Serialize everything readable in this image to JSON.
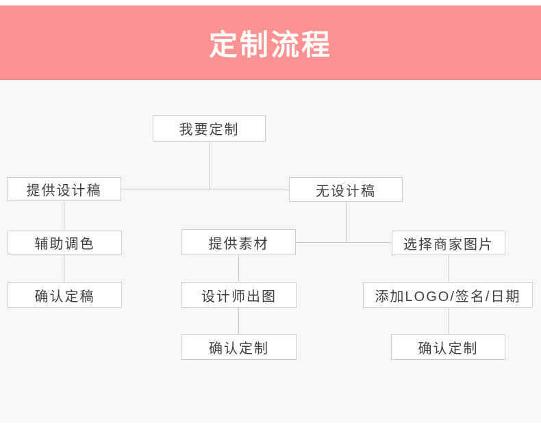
{
  "banner": {
    "title": "定制流程",
    "background_color": "#fb9190",
    "text_color": "#ffffff"
  },
  "flowchart": {
    "background_color": "#f7f7f7",
    "box_border_color": "#cccccc",
    "box_fill_color": "#ffffff",
    "box_text_color": "#3f3f3f",
    "nodes": [
      {
        "id": "start",
        "label": "我要定制"
      },
      {
        "id": "provide-design-draft",
        "label": "提供设计稿"
      },
      {
        "id": "no-design-draft",
        "label": "无设计稿"
      },
      {
        "id": "assist-color-tuning",
        "label": "辅助调色"
      },
      {
        "id": "provide-material",
        "label": "提供素材"
      },
      {
        "id": "choose-merchant-image",
        "label": "选择商家图片"
      },
      {
        "id": "confirm-final-draft",
        "label": "确认定稿"
      },
      {
        "id": "designer-output",
        "label": "设计师出图"
      },
      {
        "id": "add-logo-signature-date",
        "label": "添加LOGO/签名/日期"
      },
      {
        "id": "confirm-customization-middle",
        "label": "确认定制"
      },
      {
        "id": "confirm-customization-right",
        "label": "确认定制"
      }
    ],
    "edges": [
      {
        "from": "我要定制",
        "to": "提供设计稿"
      },
      {
        "from": "我要定制",
        "to": "无设计稿"
      },
      {
        "from": "提供设计稿",
        "to": "辅助调色"
      },
      {
        "from": "辅助调色",
        "to": "确认定稿"
      },
      {
        "from": "无设计稿",
        "to": "提供素材"
      },
      {
        "from": "无设计稿",
        "to": "选择商家图片"
      },
      {
        "from": "提供素材",
        "to": "设计师出图"
      },
      {
        "from": "设计师出图",
        "to": "确认定制"
      },
      {
        "from": "选择商家图片",
        "to": "添加LOGO/签名/日期"
      },
      {
        "from": "添加LOGO/签名/日期",
        "to": "确认定制"
      }
    ]
  }
}
